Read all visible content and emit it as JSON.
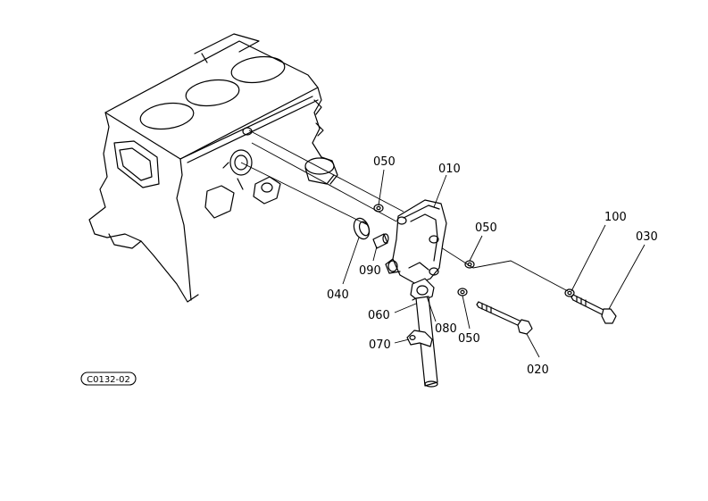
{
  "figure_code": "C0132-02",
  "callouts": [
    {
      "id": "010",
      "label": "010"
    },
    {
      "id": "020",
      "label": "020"
    },
    {
      "id": "030",
      "label": "030"
    },
    {
      "id": "040",
      "label": "040"
    },
    {
      "id": "050a",
      "label": "050"
    },
    {
      "id": "050b",
      "label": "050"
    },
    {
      "id": "050c",
      "label": "050"
    },
    {
      "id": "060",
      "label": "060"
    },
    {
      "id": "070",
      "label": "070"
    },
    {
      "id": "080",
      "label": "080"
    },
    {
      "id": "090",
      "label": "090"
    },
    {
      "id": "100",
      "label": "100"
    }
  ]
}
